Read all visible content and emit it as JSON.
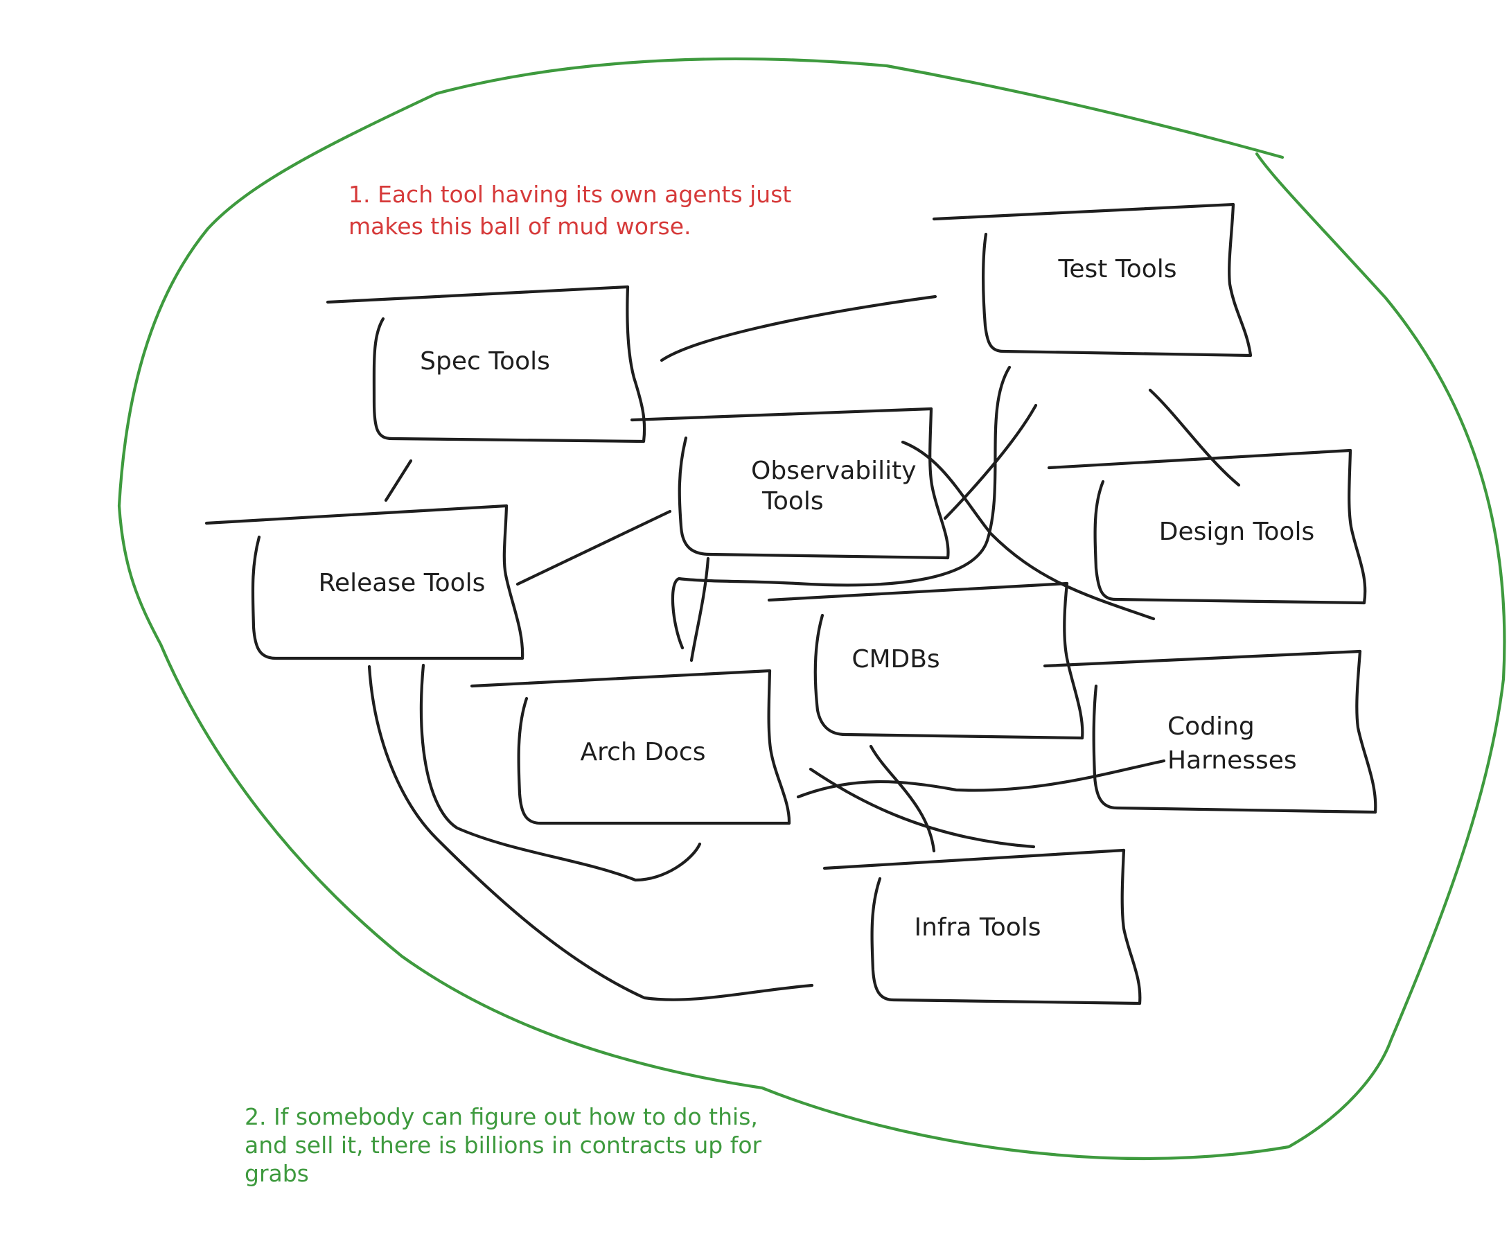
{
  "colors": {
    "ink": "#1e1e1e",
    "ring": "#3e9a3e",
    "note_red": "#d63a3a",
    "note_green": "#3e9a3e",
    "background": "#ffffff"
  },
  "boxes": {
    "spec_tools": "Spec Tools",
    "test_tools": "Test Tools",
    "observability_tools": [
      "Observability",
      "Tools"
    ],
    "release_tools": "Release Tools",
    "design_tools": "Design Tools",
    "cmdbs": "CMDBs",
    "coding_harnesses": [
      "Coding",
      "Harnesses"
    ],
    "arch_docs": "Arch Docs",
    "infra_tools": "Infra Tools"
  },
  "notes": {
    "note_1": [
      "1. Each tool having its own agents just",
      "makes this ball of mud worse."
    ],
    "note_2": [
      "2. If somebody can figure out how to do this,",
      "and sell it, there is billions in contracts up for",
      "grabs"
    ]
  }
}
